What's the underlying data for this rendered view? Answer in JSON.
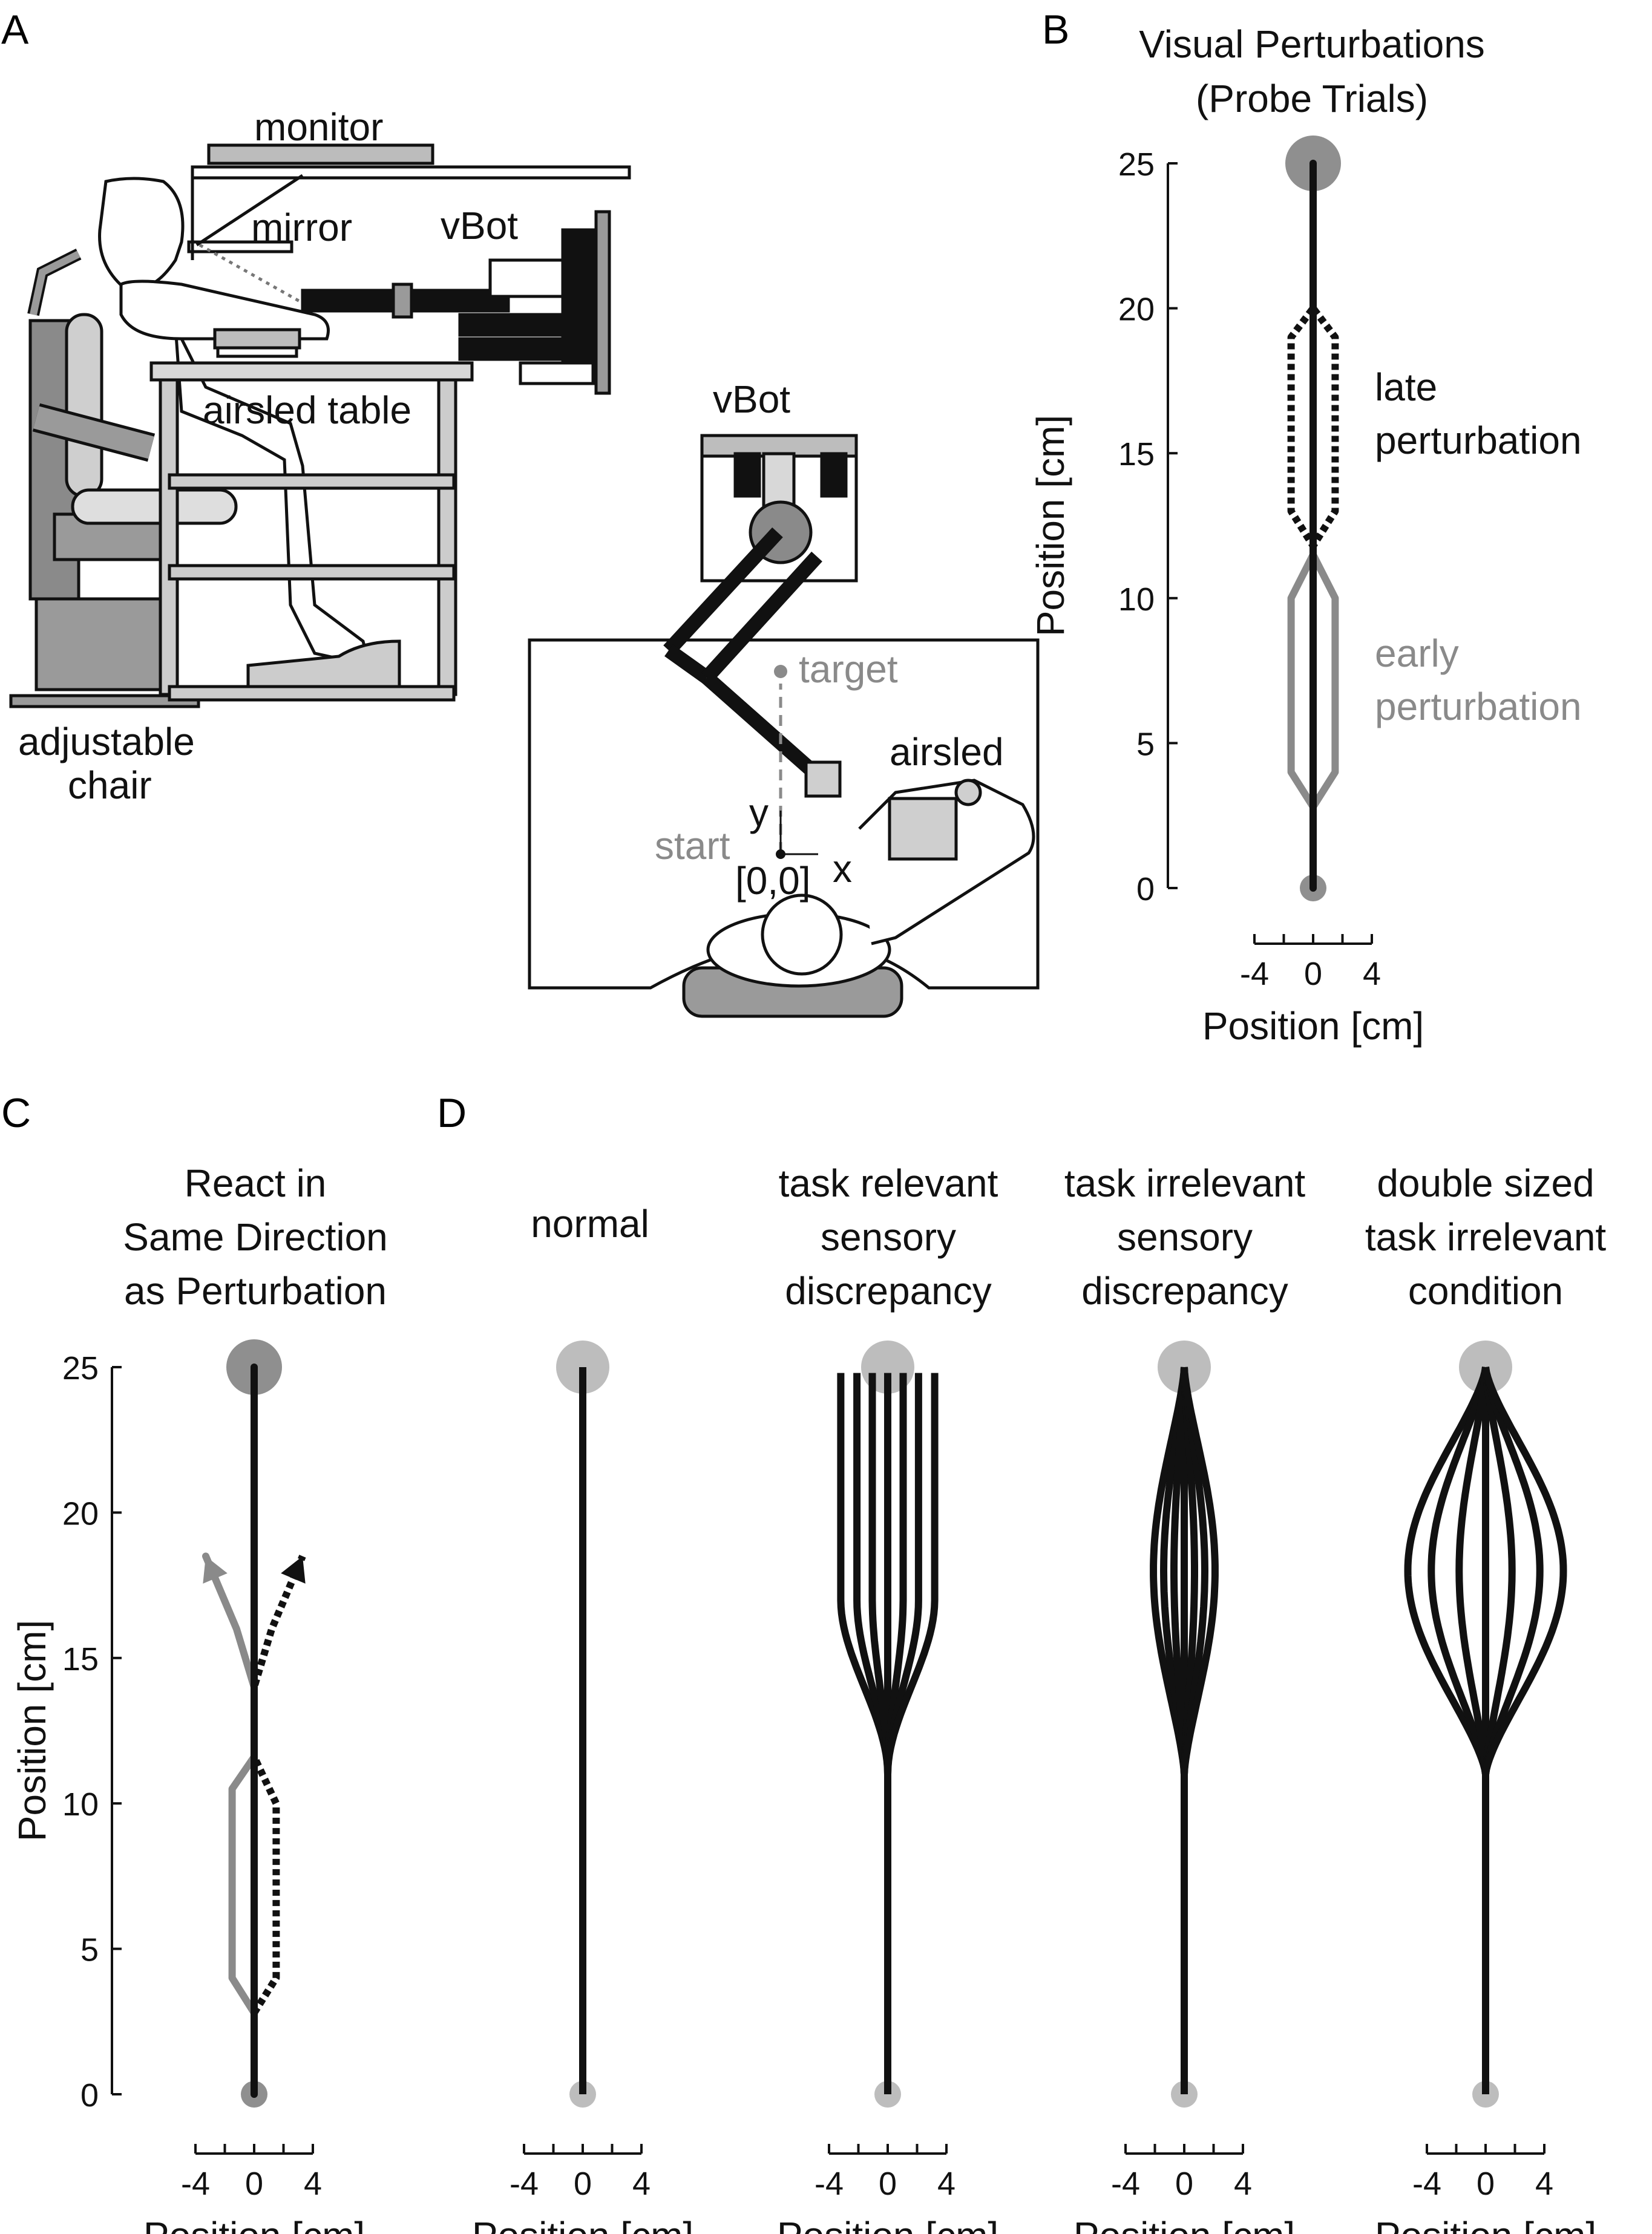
{
  "figure": {
    "panels": {
      "A": {
        "letter": "A",
        "labels": {
          "monitor": "monitor",
          "mirror": "mirror",
          "vbot_side": "vBot",
          "airsled_table": "airsled table",
          "adjustable": "adjustable",
          "chair": "chair",
          "vbot_top": "vBot",
          "target": "target",
          "airsled": "airsled",
          "start": "start",
          "y": "y",
          "x": "x",
          "origin": "[0,0]"
        }
      },
      "B": {
        "letter": "B",
        "title_lines": [
          "Visual Perturbations",
          "(Probe Trials)"
        ],
        "legend": {
          "late_1": "late",
          "late_2": "perturbation",
          "early_1": "early",
          "early_2": "perturbation"
        }
      },
      "C": {
        "letter": "C",
        "title_lines": [
          "React in",
          "Same Direction",
          "as Perturbation"
        ]
      },
      "D": {
        "letter": "D",
        "subpanels": [
          {
            "title_lines": [
              "normal"
            ]
          },
          {
            "title_lines": [
              "task relevant",
              "sensory",
              "discrepancy"
            ]
          },
          {
            "title_lines": [
              "task irrelevant",
              "sensory",
              "discrepancy"
            ]
          },
          {
            "title_lines": [
              "double sized",
              "task irrelevant",
              "condition"
            ]
          }
        ]
      }
    },
    "axes": {
      "ylabel": "Position [cm]",
      "xlabel": "Position [cm]",
      "y_ticks": [
        "0",
        "5",
        "10",
        "15",
        "20",
        "25"
      ],
      "x_ticks": [
        "-4",
        "0",
        "4"
      ]
    },
    "colors": {
      "dark": "#111111",
      "grey": "#8a8a8a",
      "target": "#8f8f8f",
      "light_target": "#bdbdbd"
    }
  },
  "chart_data": [
    {
      "type": "line",
      "panel": "B",
      "title": "Visual Perturbations (Probe Trials)",
      "xlabel": "Position [cm]",
      "ylabel": "Position [cm]",
      "xlim": [
        -4,
        4
      ],
      "ylim": [
        0,
        25
      ],
      "series": [
        {
          "name": "late perturbation",
          "style": "dotted",
          "color": "#111111",
          "x": [
            0,
            0,
            -1.5,
            -1.5,
            0,
            0
          ],
          "y": [
            0,
            11.8,
            13,
            19,
            20,
            25
          ]
        },
        {
          "name": "late perturbation",
          "style": "dotted",
          "color": "#111111",
          "x": [
            0,
            0,
            1.5,
            1.5,
            0,
            0
          ],
          "y": [
            0,
            11.8,
            13,
            19,
            20,
            25
          ]
        },
        {
          "name": "early perturbation",
          "style": "solid",
          "color": "#8a8a8a",
          "x": [
            0,
            0,
            -1.5,
            -1.5,
            0,
            0
          ],
          "y": [
            0,
            2.8,
            4,
            10,
            11.5,
            25
          ]
        },
        {
          "name": "early perturbation",
          "style": "solid",
          "color": "#8a8a8a",
          "x": [
            0,
            0,
            1.5,
            1.5,
            0,
            0
          ],
          "y": [
            0,
            2.8,
            4,
            10,
            11.5,
            25
          ]
        },
        {
          "style": "solid",
          "color": "#111111",
          "x": [
            0,
            0
          ],
          "y": [
            0,
            25
          ]
        }
      ]
    },
    {
      "type": "line",
      "panel": "C",
      "title": "React in Same Direction as Perturbation",
      "xlabel": "Position [cm]",
      "ylabel": "Position [cm]",
      "xlim": [
        -4,
        4
      ],
      "ylim": [
        0,
        25
      ],
      "series": [
        {
          "style": "solid",
          "color": "#8a8a8a",
          "x": [
            0,
            -1.5,
            -1.5,
            0,
            0,
            -1.2,
            -3.3
          ],
          "y": [
            2.8,
            4,
            10.5,
            11.6,
            14,
            16,
            18.5
          ]
        },
        {
          "style": "dotted",
          "color": "#111111",
          "x": [
            0,
            1.5,
            1.5,
            0,
            0,
            1.2,
            3.3
          ],
          "y": [
            2.8,
            4,
            10,
            11.6,
            14,
            16,
            18.5
          ]
        },
        {
          "style": "solid",
          "color": "#111111",
          "x": [
            0,
            0
          ],
          "y": [
            0,
            25
          ]
        }
      ]
    },
    {
      "type": "line",
      "panel": "D-normal",
      "title": "normal",
      "xlabel": "Position [cm]",
      "xlim": [
        -4,
        4
      ],
      "ylim": [
        0,
        25
      ],
      "series": [
        {
          "style": "solid",
          "color": "#111111",
          "x": [
            0,
            0
          ],
          "y": [
            0,
            25
          ]
        }
      ]
    },
    {
      "type": "line",
      "panel": "D-relevant",
      "title": "task relevant sensory discrepancy",
      "xlabel": "Position [cm]",
      "xlim": [
        -4,
        4
      ],
      "ylim": [
        0,
        25
      ],
      "end_offsets": [
        -3.2,
        -2.1,
        -1.05,
        0,
        1.05,
        2.1,
        3.2
      ]
    },
    {
      "type": "line",
      "panel": "D-irrelevant",
      "title": "task irrelevant sensory discrepancy",
      "xlabel": "Position [cm]",
      "xlim": [
        -4,
        4
      ],
      "ylim": [
        0,
        25
      ],
      "max_offsets": [
        -2.1,
        -1.4,
        -0.7,
        0,
        0.7,
        1.4,
        2.1
      ]
    },
    {
      "type": "line",
      "panel": "D-double",
      "title": "double sized task irrelevant condition",
      "xlabel": "Position [cm]",
      "xlim": [
        -4,
        4
      ],
      "ylim": [
        0,
        25
      ],
      "max_offsets": [
        -5.3,
        -3.7,
        -1.8,
        0,
        1.8,
        3.7,
        5.3
      ]
    }
  ]
}
